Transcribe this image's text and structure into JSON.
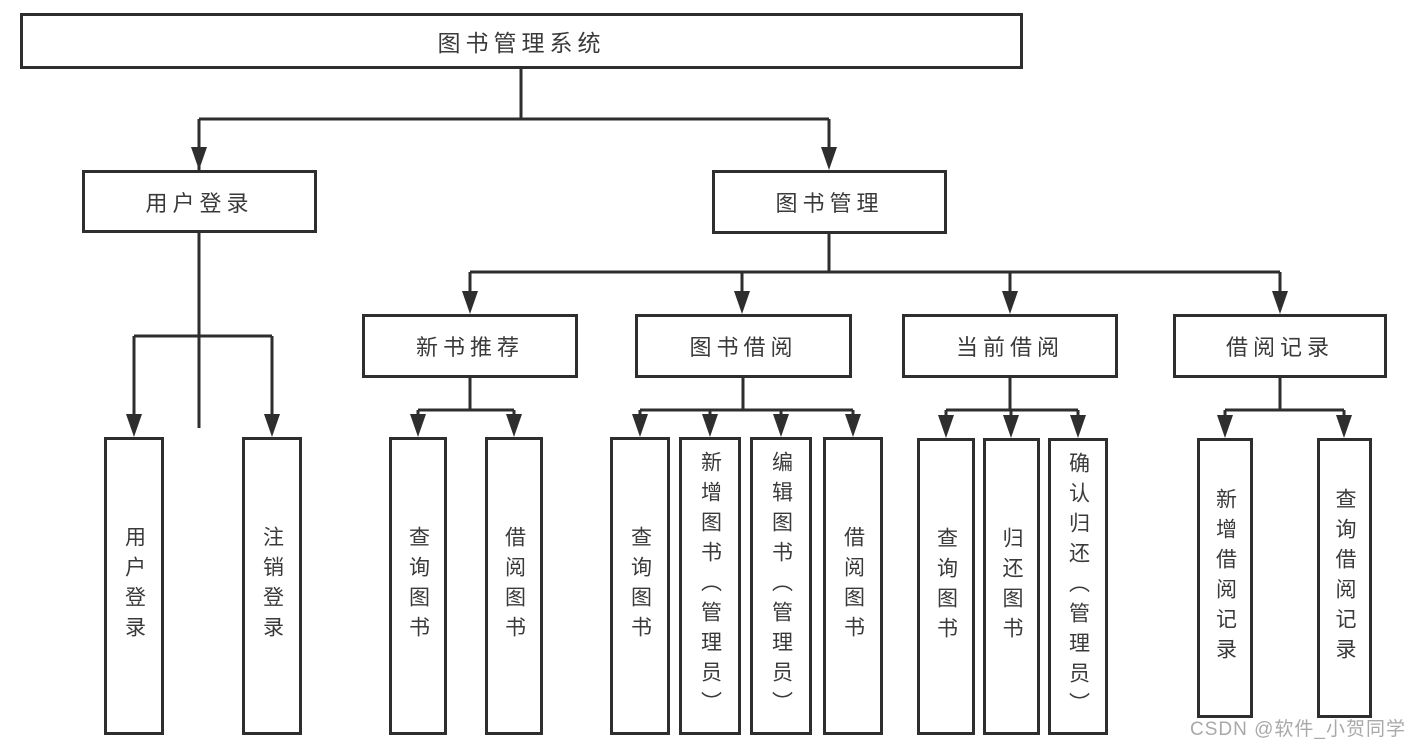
{
  "watermark": "CSDN @软件_小贺同学",
  "colors": {
    "line": "#2e2e2e",
    "text": "#3a3a3a",
    "box_bg": "#ffffff",
    "watermark": "#a9a9a9",
    "bg": "#ffffff"
  },
  "tree": {
    "label": "图书管理系统",
    "children": [
      {
        "label": "用户登录",
        "children": [
          {
            "label": "用户登录"
          },
          {
            "label": "注销登录"
          }
        ]
      },
      {
        "label": "图书管理",
        "children": [
          {
            "label": "新书推荐",
            "children": [
              {
                "label": "查询图书"
              },
              {
                "label": "借阅图书"
              }
            ]
          },
          {
            "label": "图书借阅",
            "children": [
              {
                "label": "查询图书"
              },
              {
                "label": "新增图书（管理员）"
              },
              {
                "label": "编辑图书（管理员）"
              },
              {
                "label": "借阅图书"
              }
            ]
          },
          {
            "label": "当前借阅",
            "children": [
              {
                "label": "查询图书"
              },
              {
                "label": "归还图书"
              },
              {
                "label": "确认归还（管理员）"
              }
            ]
          },
          {
            "label": "借阅记录",
            "children": [
              {
                "label": "新增借阅记录"
              },
              {
                "label": "查询借阅记录"
              }
            ]
          }
        ]
      }
    ]
  }
}
